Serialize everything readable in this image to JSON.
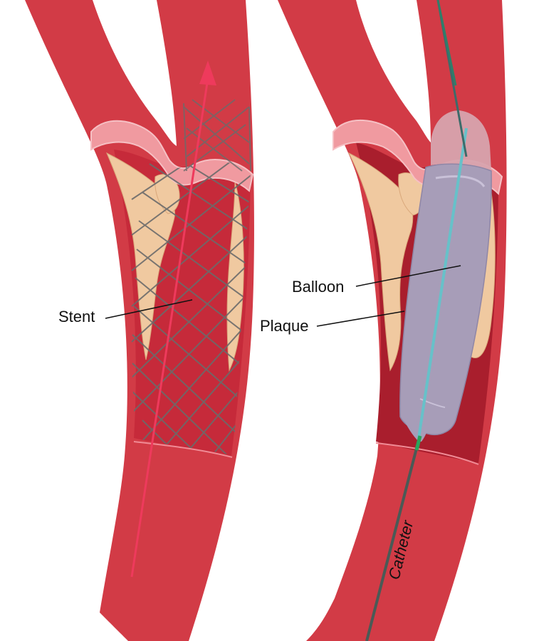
{
  "labels": {
    "stent": "Stent",
    "balloon": "Balloon",
    "plaque": "Plaque",
    "catheter": "Catheter"
  },
  "colors": {
    "vessel": "#d23b46",
    "vessel_dark": "#a91e2d",
    "lumen_dark": "#b01f2c",
    "plaque": "#f0c9a0",
    "valve": "#f09aa0",
    "stent_mesh": "#6b6b6b",
    "arrow": "#ee3a5c",
    "balloon": "#a79db8",
    "guidewire": "#67c1c9",
    "catheter": "#4a5a56",
    "catheter_tip": "#2aa45a"
  }
}
